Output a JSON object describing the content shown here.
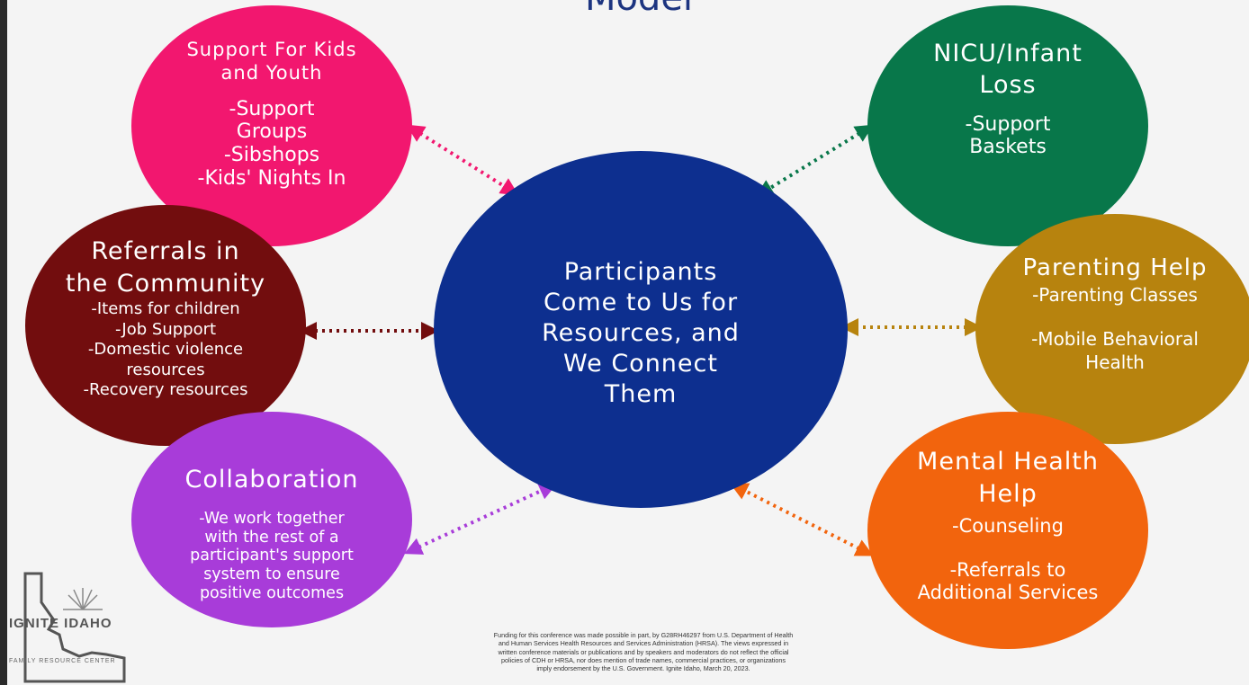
{
  "title": "Model",
  "center": {
    "lines": [
      "Participants",
      "Come to Us for",
      "Resources, and",
      "We Connect",
      "Them"
    ],
    "color": "#0d2f8f"
  },
  "nodes": {
    "kids": {
      "title_lines": [
        "Support For Kids",
        "and Youth"
      ],
      "items": [
        "-Support",
        "Groups",
        "-Sibshops",
        "-Kids' Nights In"
      ],
      "color": "#f2176f"
    },
    "referrals": {
      "title_lines": [
        "Referrals in",
        "the Community"
      ],
      "items": [
        "-Items for children",
        "-Job Support",
        "-Domestic violence",
        "resources",
        "-Recovery resources"
      ],
      "color": "#720d0e"
    },
    "collaboration": {
      "title_lines": [
        "Collaboration"
      ],
      "items": [
        "-We work together",
        "with the rest of a",
        "participant's support",
        "system to ensure",
        "positive outcomes"
      ],
      "color": "#a83cd9"
    },
    "nicu": {
      "title_lines": [
        "NICU/Infant",
        "Loss"
      ],
      "items": [
        "-Support",
        "Baskets"
      ],
      "color": "#08774a"
    },
    "parenting": {
      "title_lines": [
        "Parenting Help"
      ],
      "items_a": [
        "-Parenting Classes"
      ],
      "items_b": [
        "-Mobile Behavioral",
        "Health"
      ],
      "color": "#b7830e"
    },
    "mental": {
      "title_lines": [
        "Mental Health",
        "Help"
      ],
      "items_a": [
        "-Counseling"
      ],
      "items_b": [
        "-Referrals to",
        "Additional Services"
      ],
      "color": "#f2640d"
    }
  },
  "logo": {
    "name": "IGNITE IDAHO",
    "subtitle": "FAMILY RESOURCE CENTER",
    "icon": "idaho-state-sunburst-icon"
  },
  "funding": {
    "lines": [
      "Funding for this conference was made possible in part, by G28RH46297 from U.S. Department of Health",
      "and Human Services Health Resources and Services Administration (HRSA). The views expressed in",
      "written conference materials or publications and by speakers and moderators do not reflect the official",
      "policies of CDH or HRSA, nor does mention of trade names, commercial practices, or organizations",
      "imply endorsement by the U.S. Government. Ignite Idaho, March 20, 2023."
    ]
  }
}
